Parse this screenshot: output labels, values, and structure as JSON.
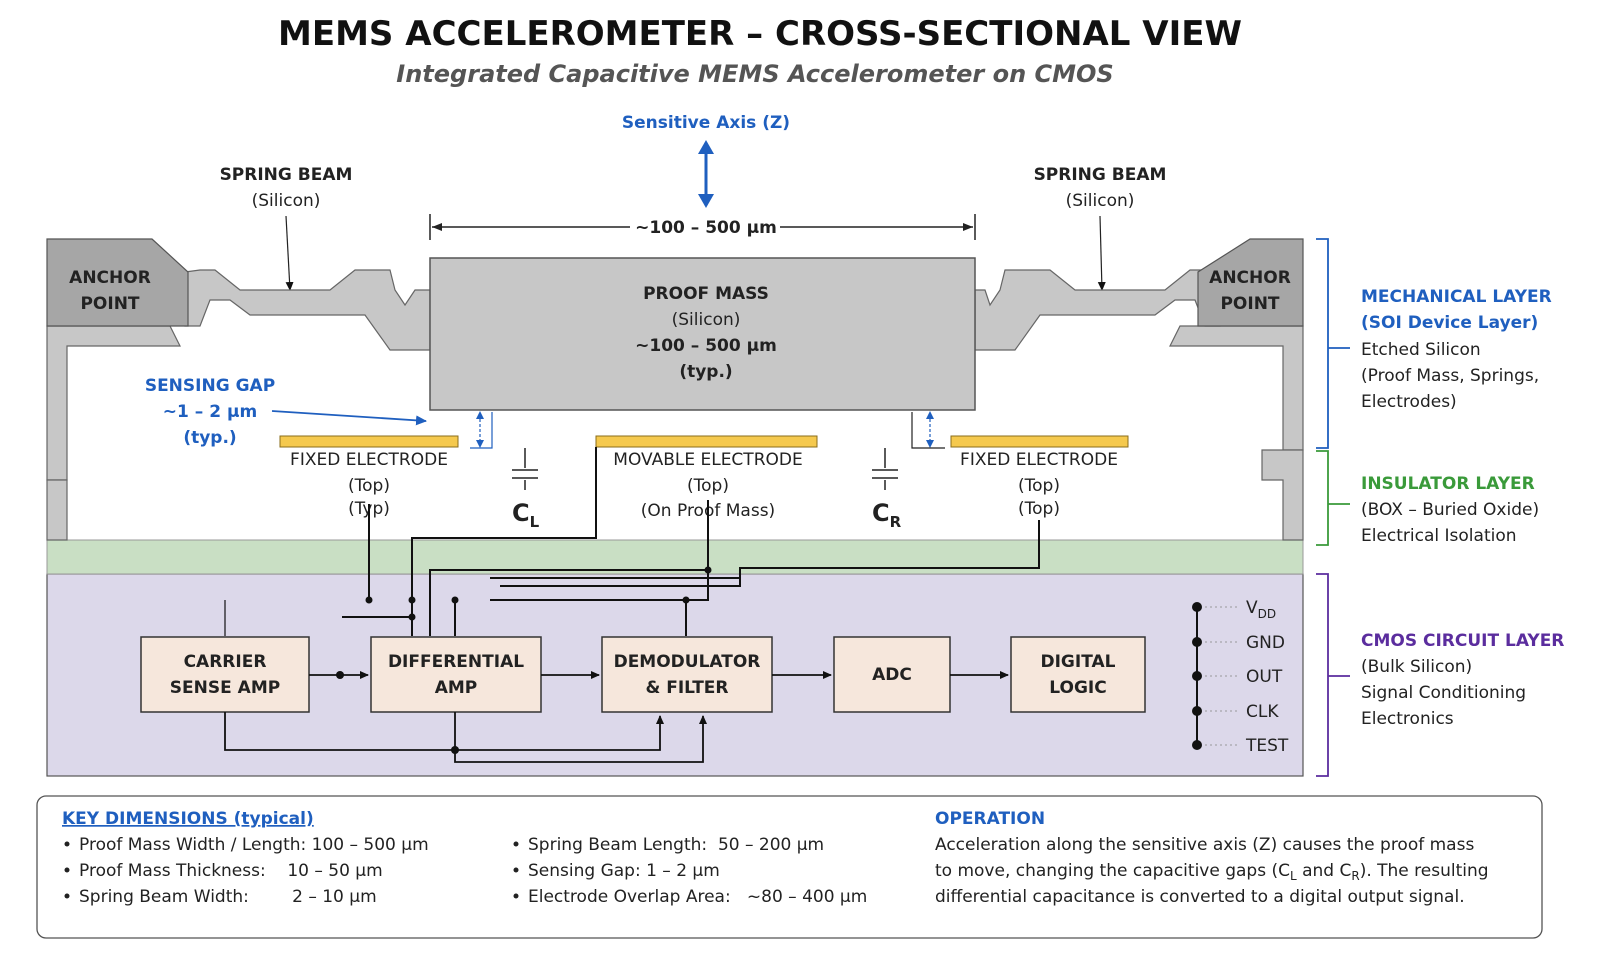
{
  "title": "MEMS ACCELEROMETER – CROSS-SECTIONAL VIEW",
  "subtitle": "Integrated Capacitive MEMS Accelerometer on CMOS",
  "sensitive_axis": "Sensitive Axis (Z)",
  "dimension_label": "~100 – 500 µm",
  "spring_left": {
    "line1": "SPRING BEAM",
    "line2": "(Silicon)"
  },
  "spring_right": {
    "line1": "SPRING BEAM",
    "line2": "(Silicon)"
  },
  "anchor_left": {
    "line1": "ANCHOR",
    "line2": "POINT"
  },
  "anchor_right": {
    "line1": "ANCHOR",
    "line2": "POINT"
  },
  "proof_mass": {
    "line1": "PROOF MASS",
    "line2": "(Silicon)",
    "line3": "~100 – 500 µm",
    "line4": "(typ.)"
  },
  "sensing_gap": {
    "line1": "SENSING GAP",
    "line2": "~1 – 2 µm",
    "line3": "(typ.)"
  },
  "electrodes": {
    "left": {
      "line1": "FIXED ELECTRODE",
      "line2": "(Top)",
      "line3": "(Typ)"
    },
    "middle": {
      "line1": "MOVABLE ELECTRODE",
      "line2": "(Top)",
      "line3": "(On Proof Mass)"
    },
    "right": {
      "line1": "FIXED ELECTRODE",
      "line2": "(Top)",
      "line3": "(Top)"
    }
  },
  "cap_left": {
    "main": "C",
    "sub": "L"
  },
  "cap_right": {
    "main": "C",
    "sub": "R"
  },
  "blocks": {
    "carrier": {
      "line1": "CARRIER",
      "line2": "SENSE AMP"
    },
    "diff": {
      "line1": "DIFFERENTIAL",
      "line2": "AMP"
    },
    "demod": {
      "line1": "DEMODULATOR",
      "line2": "& FILTER"
    },
    "adc": {
      "line1": "ADC"
    },
    "logic": {
      "line1": "DIGITAL",
      "line2": "LOGIC"
    }
  },
  "pins": {
    "vdd_main": "V",
    "vdd_sub": "DD",
    "gnd": "GND",
    "out": "OUT",
    "clk": "CLK",
    "test": "TEST"
  },
  "layers": {
    "mechanical": {
      "h1": "MECHANICAL LAYER",
      "h2": "(SOI Device Layer)",
      "l1": "Etched Silicon",
      "l2": "(Proof Mass, Springs,",
      "l3": "Electrodes)",
      "color": "#1f5fbf"
    },
    "insulator": {
      "h1": "INSULATOR LAYER",
      "l1": "(BOX – Buried Oxide)",
      "l2": "Electrical Isolation",
      "color": "#3a9a3a"
    },
    "cmos": {
      "h1": "CMOS CIRCUIT LAYER",
      "l1": "(Bulk Silicon)",
      "l2": "Signal Conditioning",
      "l3": "Electronics",
      "color": "#5b2d9e"
    }
  },
  "key_dimensions": {
    "heading": "KEY DIMENSIONS (typical)",
    "col1": [
      "Proof Mass Width / Length: 100 – 500 µm",
      "Proof Mass Thickness:    10 – 50 µm",
      "Spring Beam Width:        2 – 10 µm"
    ],
    "col2": [
      "Spring Beam Length:  50 – 200 µm",
      "Sensing Gap: 1 – 2 µm",
      "Electrode Overlap Area:   ~80 – 400 µm"
    ]
  },
  "operation": {
    "heading": "OPERATION",
    "line1": "Acceleration along the sensitive axis (Z) causes the proof mass",
    "line2a": "to move, changing the capacitive gaps (C",
    "line2b": "L",
    "line2c": " and C",
    "line2d": "R",
    "line2e": "). The resulting",
    "line3": "differential capacitance is converted to a digital output signal."
  },
  "colors": {
    "silicon": "#c7c7c7",
    "anchor": "#a6a6a6",
    "insulator": "#c9dfc4",
    "cmos": "#dcd8ea",
    "electrode": "#f5c94e",
    "block": "#f6e7dc",
    "blue": "#1f5fbf"
  }
}
